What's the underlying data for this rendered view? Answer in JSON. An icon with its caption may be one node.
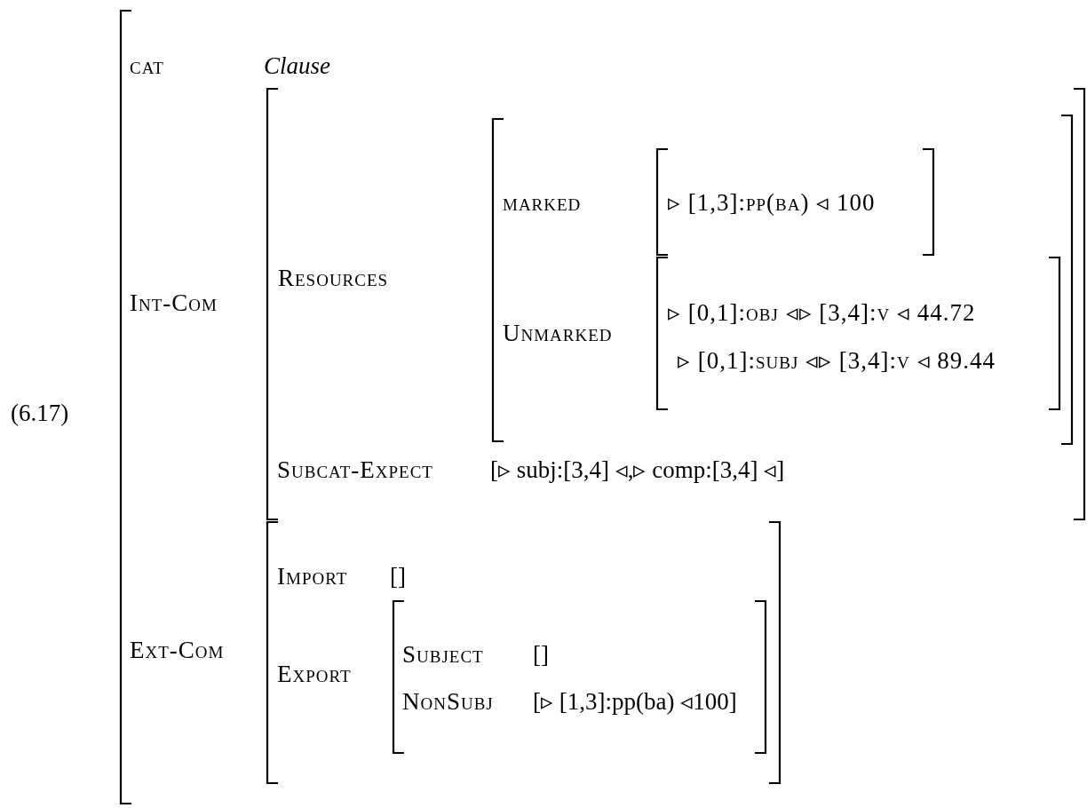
{
  "diagram": {
    "nodes": [
      {
        "text": [
          "cat",
          "Clause",
          "Int-Com",
          "Ext-Com"
        ]
      },
      {
        "text": [
          "Resources",
          "Subcat-Expect",
          "[▹ subj:[3,4] ◃,▹ comp:[3,4] ◃]"
        ],
        "in": 0
      },
      {
        "text": [
          "marked",
          "Unmarked"
        ],
        "in": 1
      },
      {
        "text": [
          "▹ [1,3]:pp(ba) ◃ 100"
        ],
        "in": 2
      },
      {
        "text": [
          "▹ [0,1]:obj ◃▹ [3,4]:v ◃ 44.72",
          "▹ [0,1]:subj ◃▹ [3,4]:v ◃ 89.44"
        ],
        "in": 2
      },
      {
        "text": [
          "Import",
          "[]",
          "Export"
        ],
        "in": 0
      },
      {
        "text": [
          "Subject",
          "[]",
          "NonSubj",
          "[▹ [1,3]:pp(ba) ◃100]"
        ],
        "in": 5
      }
    ],
    "labels": [
      "(6.17)"
    ]
  }
}
